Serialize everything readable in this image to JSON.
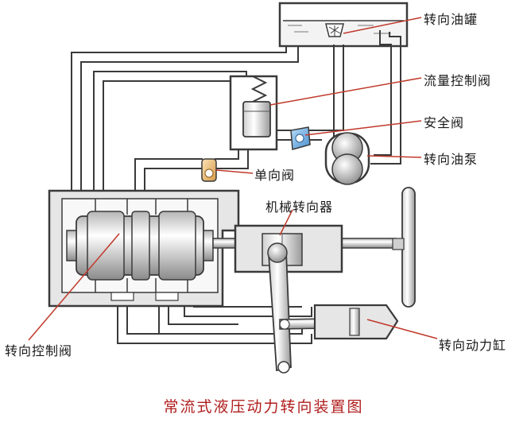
{
  "labels": {
    "tank": "转向油罐",
    "flow_valve": "流量控制阀",
    "safety_valve": "安全阀",
    "pump": "转向油泵",
    "check_valve": "单向阀",
    "steering_gear": "机械转向器",
    "control_valve": "转向控制阀",
    "power_cylinder": "转向动力缸"
  },
  "title": "常流式液压动力转向装置图",
  "colors": {
    "leader_line": "#c0392b",
    "title": "#b01e1e",
    "outline": "#3a3a3a",
    "body_fill": "#e6e6e6",
    "oil_fill": "#f8f8f8",
    "check_valve": "#e3b877",
    "safety_valve": "#6aa8dc"
  }
}
